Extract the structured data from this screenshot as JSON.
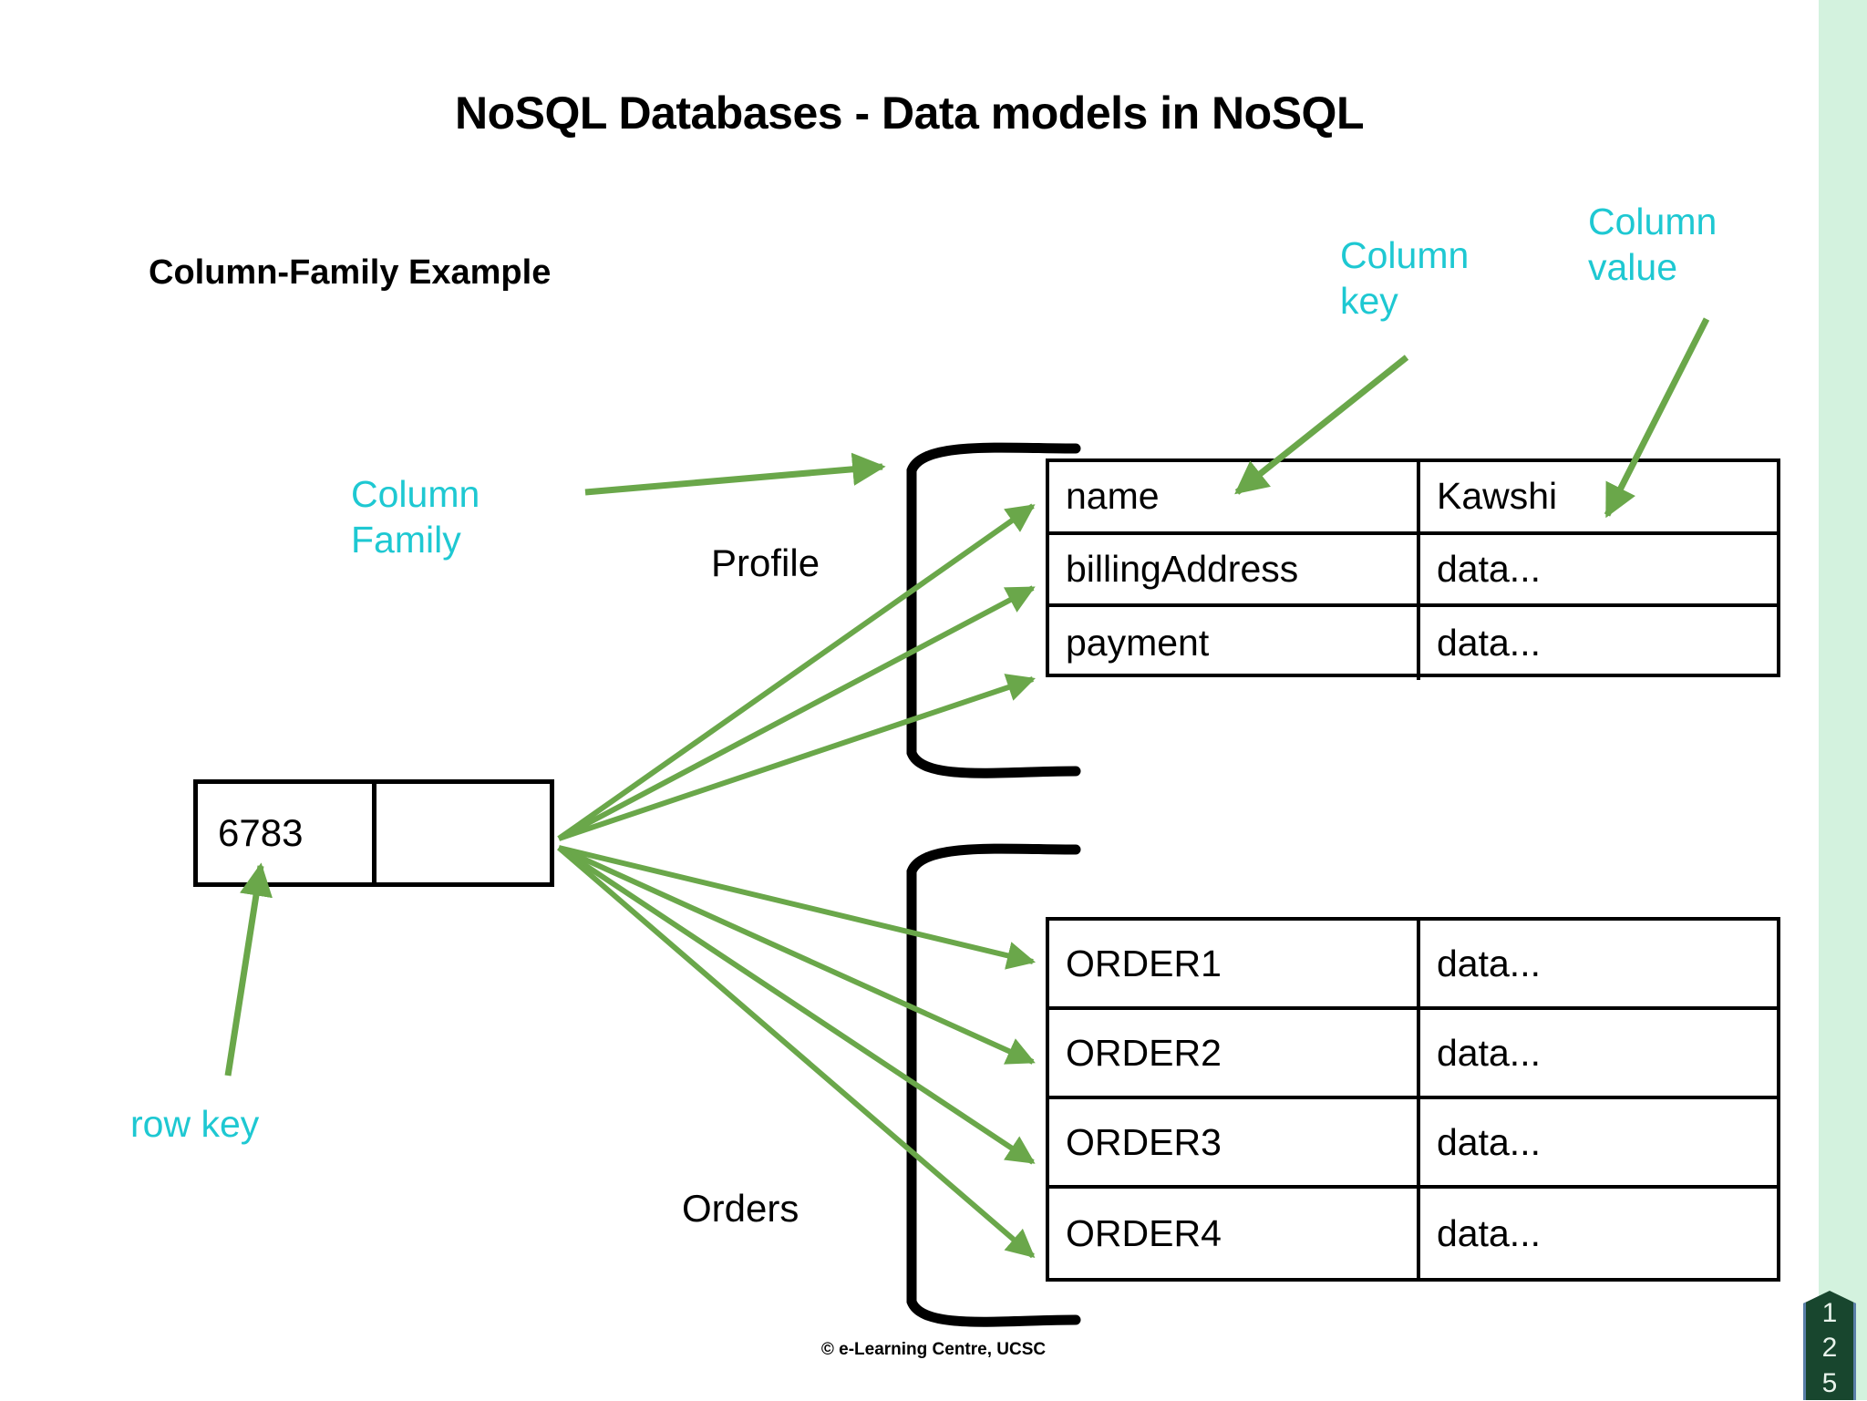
{
  "slide": {
    "title": "NoSQL Databases - Data models in NoSQL",
    "sub_heading": "Column-Family Example",
    "footer": "© e-Learning Centre, UCSC",
    "page_number_digits": [
      "1",
      "2",
      "5"
    ]
  },
  "colors": {
    "annotation_cyan": "#1ec8d2",
    "arrow_green": "#6aa74a",
    "side_band_mint": "#d3f2de",
    "page_badge_green": "#18462e",
    "text_black": "#000000"
  },
  "annotations": {
    "column_key": "Column\nkey",
    "column_value": "Column\nvalue",
    "column_family": "Column\nFamily",
    "row_key": "row key"
  },
  "row_key_box": {
    "value": "6783",
    "second_cell": ""
  },
  "families": [
    {
      "name": "Profile",
      "rows": [
        {
          "key": "name",
          "value": "Kawshi"
        },
        {
          "key": "billingAddress",
          "value": "data..."
        },
        {
          "key": "payment",
          "value": "data..."
        }
      ]
    },
    {
      "name": "Orders",
      "rows": [
        {
          "key": "ORDER1",
          "value": "data..."
        },
        {
          "key": "ORDER2",
          "value": "data..."
        },
        {
          "key": "ORDER3",
          "value": "data..."
        },
        {
          "key": "ORDER4",
          "value": "data..."
        }
      ]
    }
  ]
}
